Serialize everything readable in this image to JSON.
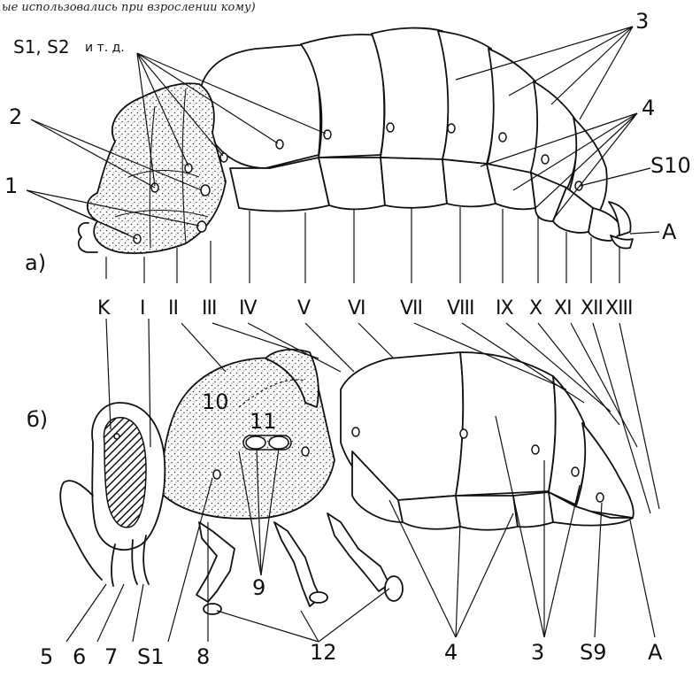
{
  "caption_fragment": "ые использовались при взрослении кому)",
  "panel_labels": {
    "a": "а)",
    "b": "б)"
  },
  "top_labels": {
    "s_series": "S1, S2",
    "s_series_suffix": "и т. д.",
    "label_1": "1",
    "label_2": "2",
    "label_3": "3",
    "label_4": "4",
    "label_s10": "S10",
    "label_a": "A"
  },
  "segment_numerals": [
    "K",
    "I",
    "II",
    "III",
    "IV",
    "V",
    "VI",
    "VII",
    "VIII",
    "IX",
    "X",
    "XI",
    "XII",
    "XIII"
  ],
  "bottom_labels": {
    "label_10": "10",
    "label_11": "11",
    "label_9": "9",
    "label_5": "5",
    "label_6": "6",
    "label_7": "7",
    "label_s1": "S1",
    "label_8": "8",
    "label_12": "12",
    "label_4": "4",
    "label_3": "3",
    "label_s9": "S9",
    "label_a": "A"
  },
  "colors": {
    "ink": "#111111",
    "paper": "#ffffff",
    "stipple": "#333333"
  }
}
